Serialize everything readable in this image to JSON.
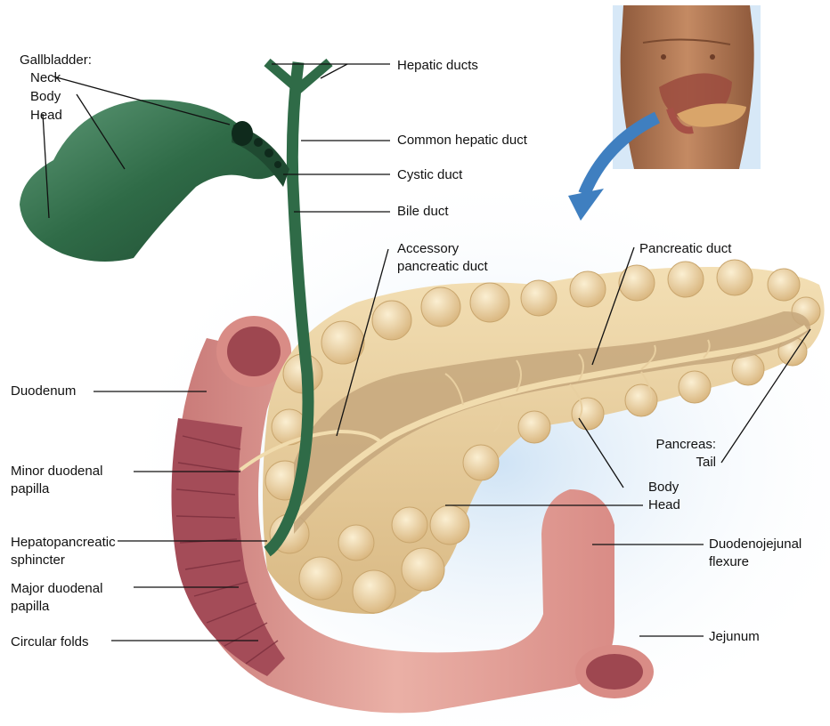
{
  "gallbladder": {
    "heading": "Gallbladder:",
    "neck": "Neck",
    "body": "Body",
    "head": "Head"
  },
  "ducts": {
    "hepatic": "Hepatic ducts",
    "common_hepatic": "Common hepatic duct",
    "cystic": "Cystic duct",
    "bile": "Bile duct",
    "accessory_pancreatic_1": "Accessory",
    "accessory_pancreatic_2": "pancreatic duct",
    "pancreatic": "Pancreatic duct"
  },
  "duodenum": {
    "duodenum": "Duodenum",
    "minor_papilla_1": "Minor duodenal",
    "minor_papilla_2": "papilla",
    "sphincter_1": "Hepatopancreatic",
    "sphincter_2": "sphincter",
    "major_papilla_1": "Major duodenal",
    "major_papilla_2": "papilla",
    "circular_folds": "Circular folds"
  },
  "pancreas": {
    "heading": "Pancreas:",
    "tail": "Tail",
    "body": "Body",
    "head": "Head"
  },
  "intestine": {
    "flexure_1": "Duodenojejunal",
    "flexure_2": "flexure",
    "jejunum": "Jejunum"
  },
  "colors": {
    "gallbladder": "#2f6b47",
    "duodenum": "#e7a29a",
    "duodenum_inner": "#a44c58",
    "pancreas": "#ecd3a0",
    "pancreas_cut": "#c6a77c",
    "background_glow": "#d3e6f6",
    "skin": "#b57a55",
    "arrow": "#3f7fc0"
  }
}
